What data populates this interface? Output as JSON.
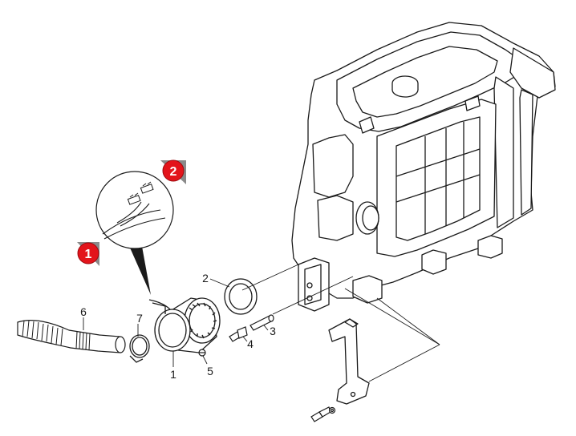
{
  "parts": [
    {
      "id": "1",
      "label": "1"
    },
    {
      "id": "2",
      "label": "2"
    },
    {
      "id": "3",
      "label": "3"
    },
    {
      "id": "4",
      "label": "4"
    },
    {
      "id": "5",
      "label": "5"
    },
    {
      "id": "6",
      "label": "6"
    },
    {
      "id": "7",
      "label": "7"
    }
  ],
  "callouts": [
    {
      "id": "step-1",
      "label": "1"
    },
    {
      "id": "step-2",
      "label": "2"
    }
  ],
  "colors": {
    "line": "#1a1a1a",
    "callout_fill": "#e3141b",
    "callout_text": "#ffffff",
    "background": "#ffffff"
  }
}
